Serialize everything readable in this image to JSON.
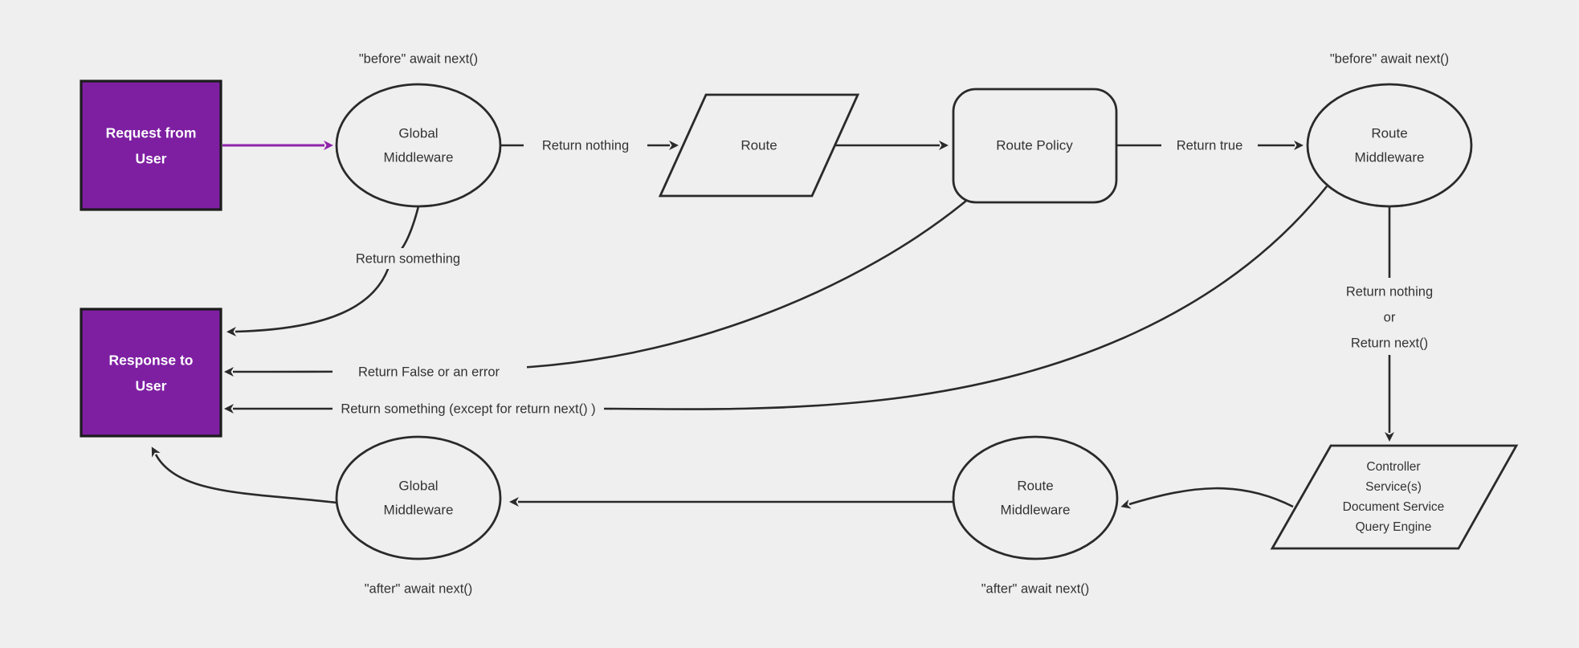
{
  "diagram": {
    "background": "#efefef",
    "colors": {
      "node_stroke": "#2a2a2a",
      "edge_stroke": "#2a2a2a",
      "purple_fill": "#7e1fa2",
      "purple_arrow": "#8e24aa",
      "text": "#333333",
      "box_text": "#ffffff"
    },
    "nodes": {
      "request": {
        "lines": [
          "Request from",
          "User"
        ]
      },
      "global_mw_top": {
        "lines": [
          "Global",
          "Middleware"
        ]
      },
      "route": {
        "label": "Route"
      },
      "route_policy": {
        "label": "Route Policy"
      },
      "route_mw_top": {
        "lines": [
          "Route",
          "Middleware"
        ]
      },
      "controller": {
        "lines": [
          "Controller",
          "Service(s)",
          "Document Service",
          "Query Engine"
        ]
      },
      "route_mw_bottom": {
        "lines": [
          "Route",
          "Middleware"
        ]
      },
      "global_mw_bottom": {
        "lines": [
          "Global",
          "Middleware"
        ]
      },
      "response": {
        "lines": [
          "Response to",
          "User"
        ]
      }
    },
    "annotations": {
      "before_global": "\"before\" await next()",
      "before_route": "\"before\" await next()",
      "after_global": "\"after\" await next()",
      "after_route": "\"after\" await next()"
    },
    "edge_labels": {
      "return_nothing": "Return nothing",
      "return_true": "Return true",
      "return_something": "Return something",
      "return_false_or_error": "Return False or an error",
      "return_something_except": "Return something (except for return next() )",
      "return_nothing_or": {
        "lines": [
          "Return nothing",
          "or",
          "Return next()"
        ]
      }
    }
  }
}
